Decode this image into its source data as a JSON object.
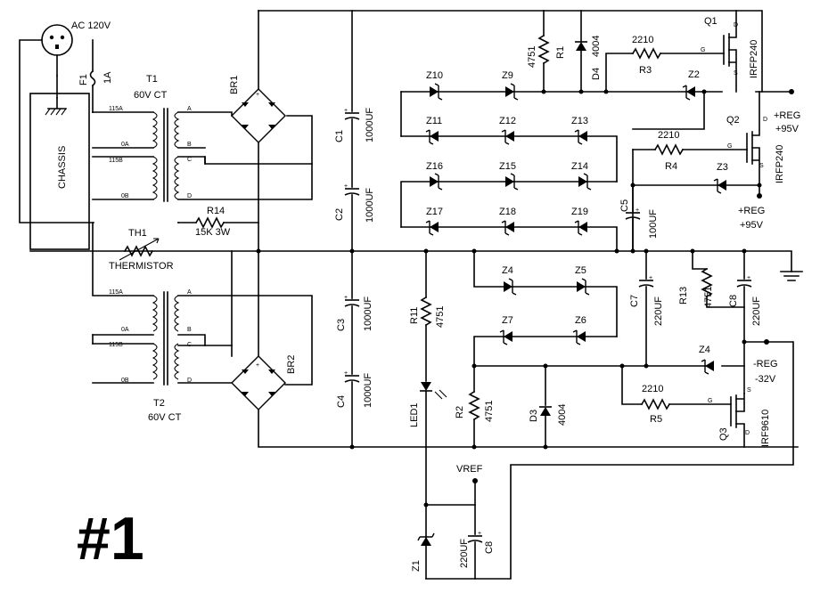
{
  "labels": {
    "ac_source": "AC 120V",
    "chassis": "CHASSIS",
    "fuse_ref": "F1",
    "fuse_val": "1A",
    "t1": "T1",
    "t1_val": "60V CT",
    "t2": "T2",
    "t2_val": "60V CT",
    "tap_115a": "115A",
    "tap_0a": "0A",
    "tap_115b": "115B",
    "tap_0b": "0B",
    "tap_a": "A",
    "tap_b": "B",
    "tap_c": "C",
    "tap_d": "D",
    "br1": "BR1",
    "br2": "BR2",
    "plus": "+",
    "c1": "C1",
    "c2": "C2",
    "c3": "C3",
    "c4": "C4",
    "c5": "C5",
    "c7": "C7",
    "c8": "C8",
    "c8_vref": "C8",
    "val_1000uf": "1000UF",
    "val_100uf": "100UF",
    "val_220uf": "220UF",
    "r14": "R14",
    "r14_val": "15K 3W",
    "th1": "TH1",
    "thermistor": "THERMISTOR",
    "r1": "R1",
    "r2": "R2",
    "r3": "R3",
    "r4": "R4",
    "r5": "R5",
    "r11": "R11",
    "r13": "R13",
    "val_4751": "4751",
    "val_2210": "2210",
    "val_4004": "4004",
    "d3": "D3",
    "d4": "D4",
    "z1": "Z1",
    "z2": "Z2",
    "z3": "Z3",
    "z4": "Z4",
    "z4b": "Z4",
    "z5": "Z5",
    "z6": "Z6",
    "z7": "Z7",
    "z9": "Z9",
    "z10": "Z10",
    "z11": "Z11",
    "z12": "Z12",
    "z13": "Z13",
    "z14": "Z14",
    "z15": "Z15",
    "z16": "Z16",
    "z17": "Z17",
    "z18": "Z18",
    "z19": "Z19",
    "q1": "Q1",
    "q2": "Q2",
    "q3": "Q3",
    "irfp240": "IRFP240",
    "irf9610": "IRF9610",
    "pin_d": "D",
    "pin_g": "G",
    "pin_s": "S",
    "led1": "LED1",
    "vref": "VREF",
    "reg_pos": "+REG",
    "v95_pos": "+95V",
    "reg_neg": "-REG",
    "v32_neg": "-32V",
    "figure_number": "#1"
  }
}
